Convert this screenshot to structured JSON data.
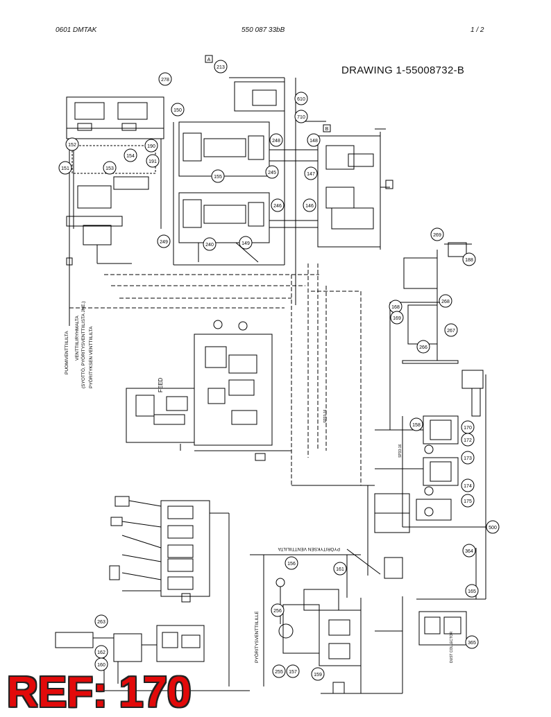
{
  "header": {
    "left": "0601  DMTAK",
    "center": "550 087 33bB",
    "right": "1 /  2"
  },
  "drawing_title": "DRAWING 1-55008732-B",
  "ref_label": "REF: 170",
  "callouts": [
    "213",
    "278",
    "150",
    "610",
    "710",
    "152",
    "153",
    "154",
    "151",
    "155",
    "190",
    "191",
    "248",
    "148",
    "147",
    "245",
    "246",
    "146",
    "149",
    "249",
    "240",
    "269",
    "168",
    "188",
    "268",
    "267",
    "266",
    "169",
    "170",
    "172",
    "173",
    "174",
    "175",
    "158",
    "161",
    "156",
    "256",
    "255",
    "157",
    "159",
    "263",
    "162",
    "160",
    "364",
    "165",
    "365",
    "500"
  ],
  "box_letters": [
    "A",
    "B"
  ],
  "vertical_labels": {
    "boom_valves": "PUOMIVENTTIILILTA",
    "feed_valves": "VENTTIILIRYHMALTA",
    "feed_valves_sub": "(SYOTTÖ, PYÖRITYSVENTTIILISTA JNE.)",
    "rotation_valve": "PYÖRITYKSEN VENTTIILILTA",
    "to_rotation": "PYÖRITYSVENTTIILILLE"
  },
  "text_labels": {
    "feed": "FEED",
    "rotation_valve_top": "PYÖRITYKSEN VENTTIILILTA",
    "sp": "SP33-16",
    "sp2": "SP33-16",
    "dust": "DUST COLLECTOR"
  }
}
